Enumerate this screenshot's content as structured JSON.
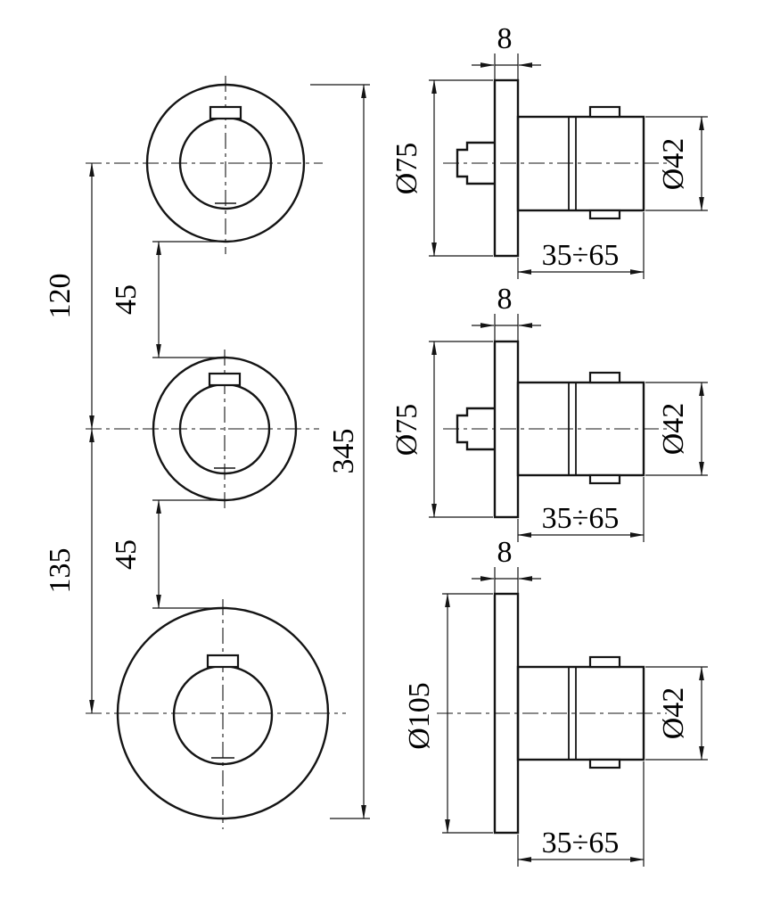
{
  "colors": {
    "line": "#141414",
    "background": "#ffffff"
  },
  "front_view": {
    "dim_total_height": "345",
    "dim_center_spacing_top": "120",
    "dim_edge_gap_top": "45",
    "dim_center_spacing_bottom": "135",
    "dim_edge_gap_bottom": "45"
  },
  "side_views": [
    {
      "dim_plate_thickness": "8",
      "dim_plate_diameter": "Ø75",
      "dim_body_diameter": "Ø42",
      "dim_depth_range": "35÷65"
    },
    {
      "dim_plate_thickness": "8",
      "dim_plate_diameter": "Ø75",
      "dim_body_diameter": "Ø42",
      "dim_depth_range": "35÷65"
    },
    {
      "dim_plate_thickness": "8",
      "dim_plate_diameter": "Ø105",
      "dim_body_diameter": "Ø42",
      "dim_depth_range": "35÷65"
    }
  ]
}
